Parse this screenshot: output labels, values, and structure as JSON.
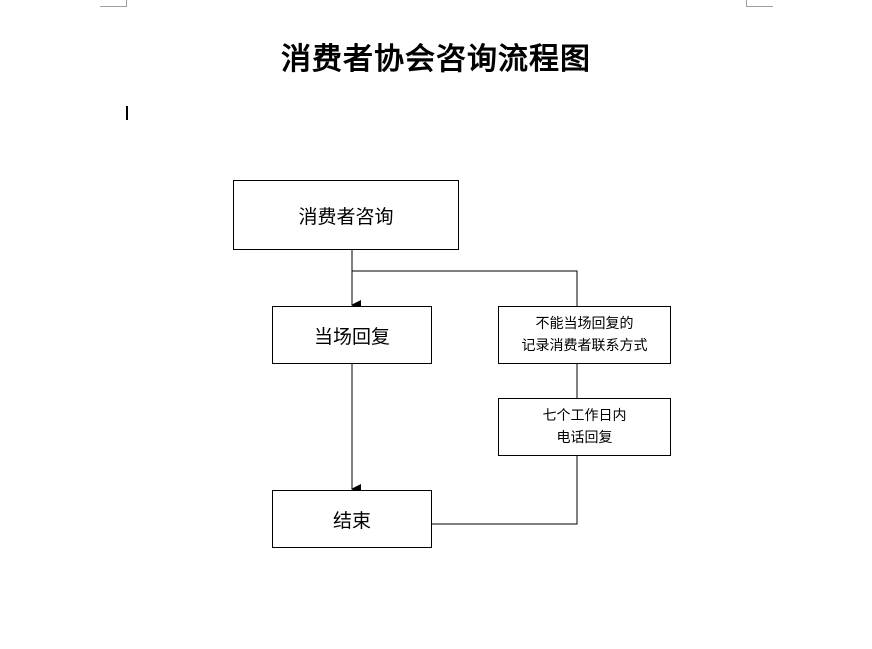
{
  "document": {
    "title": "消费者协会咨询流程图"
  },
  "flowchart": {
    "nodes": {
      "consult": {
        "label": "消费者咨询"
      },
      "on_site_reply": {
        "label": "当场回复"
      },
      "end": {
        "label": "结束"
      },
      "record_contact": {
        "line1": "不能当场回复的",
        "line2": "记录消费者联系方式"
      },
      "phone_reply": {
        "line1": "七个工作日内",
        "line2": "电话回复"
      }
    },
    "edges": [
      {
        "from": "consult",
        "to": "on_site_reply",
        "arrow": true
      },
      {
        "from": "consult",
        "to": "record_contact",
        "arrow": false
      },
      {
        "from": "record_contact",
        "to": "phone_reply",
        "arrow": false
      },
      {
        "from": "on_site_reply",
        "to": "end",
        "arrow": true
      },
      {
        "from": "phone_reply",
        "to": "end",
        "arrow": false
      }
    ],
    "colors": {
      "line": "#000000",
      "box_border": "#000000",
      "background": "#ffffff"
    }
  }
}
